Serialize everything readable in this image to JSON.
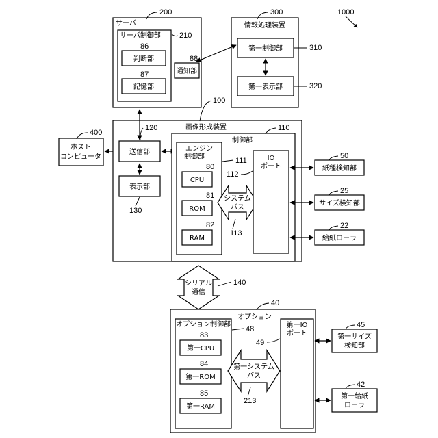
{
  "figure_number": "1000",
  "server": {
    "title": "サーバ",
    "ref": "200",
    "control": {
      "label": "サーバ制御部",
      "ref": "210"
    },
    "judge": {
      "label": "判断部",
      "ref": "86"
    },
    "storage": {
      "label": "記憶部",
      "ref": "87"
    },
    "notify": {
      "label": "通知部",
      "ref": "88"
    }
  },
  "info_device": {
    "title": "情報処理装置",
    "ref": "300",
    "first_control": {
      "label": "第一制御部",
      "ref": "310"
    },
    "first_display": {
      "label": "第一表示部",
      "ref": "320"
    }
  },
  "host": {
    "line1": "ホスト",
    "line2": "コンピュータ",
    "ref": "400"
  },
  "image_forming": {
    "title": "画像形成装置",
    "ref": "100",
    "transceiver": {
      "label": "送信部",
      "ref": "120"
    },
    "display": {
      "label": "表示部",
      "ref": "130"
    },
    "control": {
      "title": "制御部",
      "ref": "110",
      "engine": {
        "line1": "エンジン",
        "line2": "制御部",
        "ref": "111"
      },
      "cpu": {
        "label": "CPU",
        "ref": "80"
      },
      "rom": {
        "label": "ROM",
        "ref": "81"
      },
      "ram": {
        "label": "RAM",
        "ref": "82"
      },
      "bus": {
        "line1": "システム",
        "line2": "バス",
        "ref": "113"
      },
      "io": {
        "line1": "IO",
        "line2": "ポート",
        "ref": "112"
      }
    }
  },
  "peripherals": {
    "paper_type": {
      "label": "紙種検知部",
      "ref": "50"
    },
    "size": {
      "label": "サイズ検知部",
      "ref": "25"
    },
    "feed_roller": {
      "label": "給紙ローラ",
      "ref": "22"
    }
  },
  "serial": {
    "line1": "シリアル",
    "line2": "通信",
    "ref": "140"
  },
  "option": {
    "title": "オプション",
    "ref": "40",
    "control": {
      "label": "オプション制御部",
      "ref": "48"
    },
    "cpu": {
      "label": "第一CPU",
      "ref": "83"
    },
    "rom": {
      "label": "第一ROM",
      "ref": "84"
    },
    "ram": {
      "label": "第一RAM",
      "ref": "85"
    },
    "bus": {
      "line1": "第一システム",
      "line2": "バス",
      "ref": "213"
    },
    "io": {
      "line1": "第一IO",
      "line2": "ポート",
      "ref": "49"
    },
    "size": {
      "line1": "第一サイズ",
      "line2": "検知部",
      "ref": "45"
    },
    "feed_roller": {
      "line1": "第一給紙",
      "line2": "ローラ",
      "ref": "42"
    }
  }
}
